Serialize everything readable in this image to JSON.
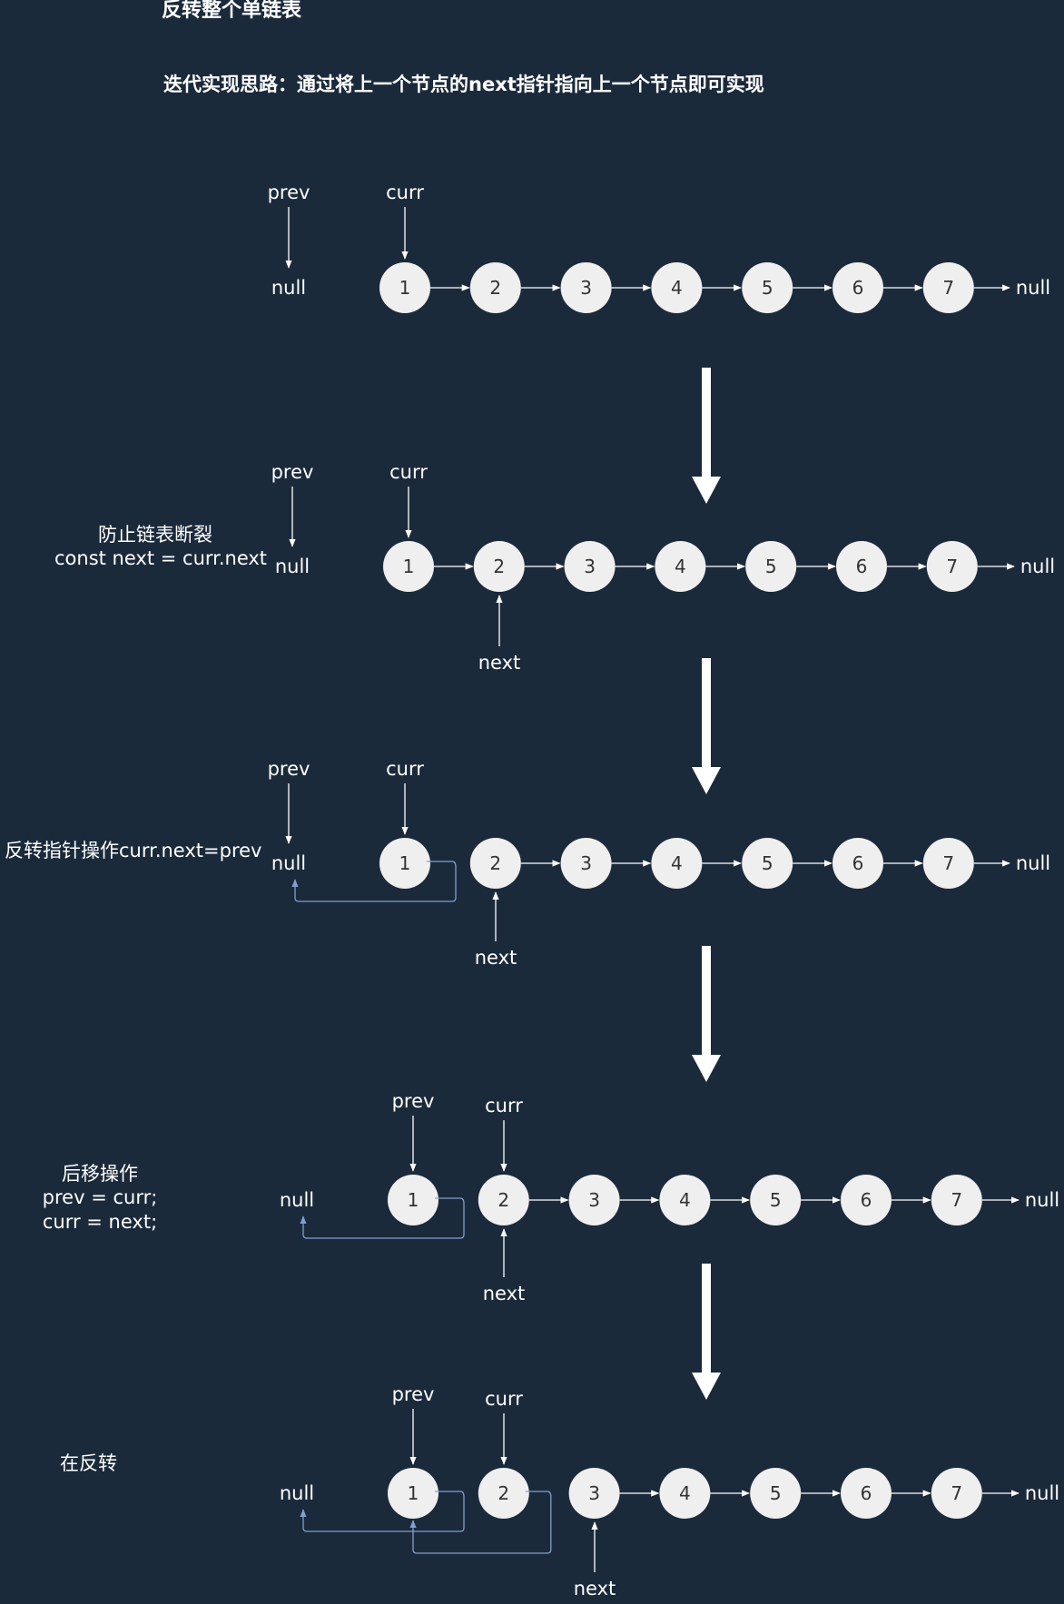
{
  "title": "反转整个单链表",
  "subtitle": "迭代实现思路：通过将上一个节点的next指针指向上一个节点即可实现",
  "colors": {
    "background": "#1b2a3b",
    "node_fill": "#efefef",
    "node_text": "#333333",
    "arrow": "#ffffff",
    "reversed_link": "#7f9fd0"
  },
  "pointer_labels": {
    "prev": "prev",
    "curr": "curr",
    "next": "next",
    "null": "null"
  },
  "steps": [
    {
      "label": "",
      "nodes": [
        "1",
        "2",
        "3",
        "4",
        "5",
        "6",
        "7"
      ],
      "pointers": [
        "prev",
        "curr"
      ]
    },
    {
      "label": "防止链表断裂\nconst next = curr.next",
      "nodes": [
        "1",
        "2",
        "3",
        "4",
        "5",
        "6",
        "7"
      ],
      "pointers": [
        "prev",
        "curr",
        "next"
      ]
    },
    {
      "label": "反转指针操作curr.next=prev",
      "nodes": [
        "1",
        "2",
        "3",
        "4",
        "5",
        "6",
        "7"
      ],
      "pointers": [
        "prev",
        "curr",
        "next"
      ],
      "reversed": [
        "1→null"
      ]
    },
    {
      "label": "后移操作\nprev = curr;\ncurr = next;",
      "nodes": [
        "1",
        "2",
        "3",
        "4",
        "5",
        "6",
        "7"
      ],
      "pointers": [
        "prev",
        "curr",
        "next"
      ],
      "reversed": [
        "1→null"
      ]
    },
    {
      "label": "在反转",
      "nodes": [
        "1",
        "2",
        "3",
        "4",
        "5",
        "6",
        "7"
      ],
      "pointers": [
        "prev",
        "curr",
        "next"
      ],
      "reversed": [
        "1→null",
        "2→1"
      ]
    }
  ]
}
